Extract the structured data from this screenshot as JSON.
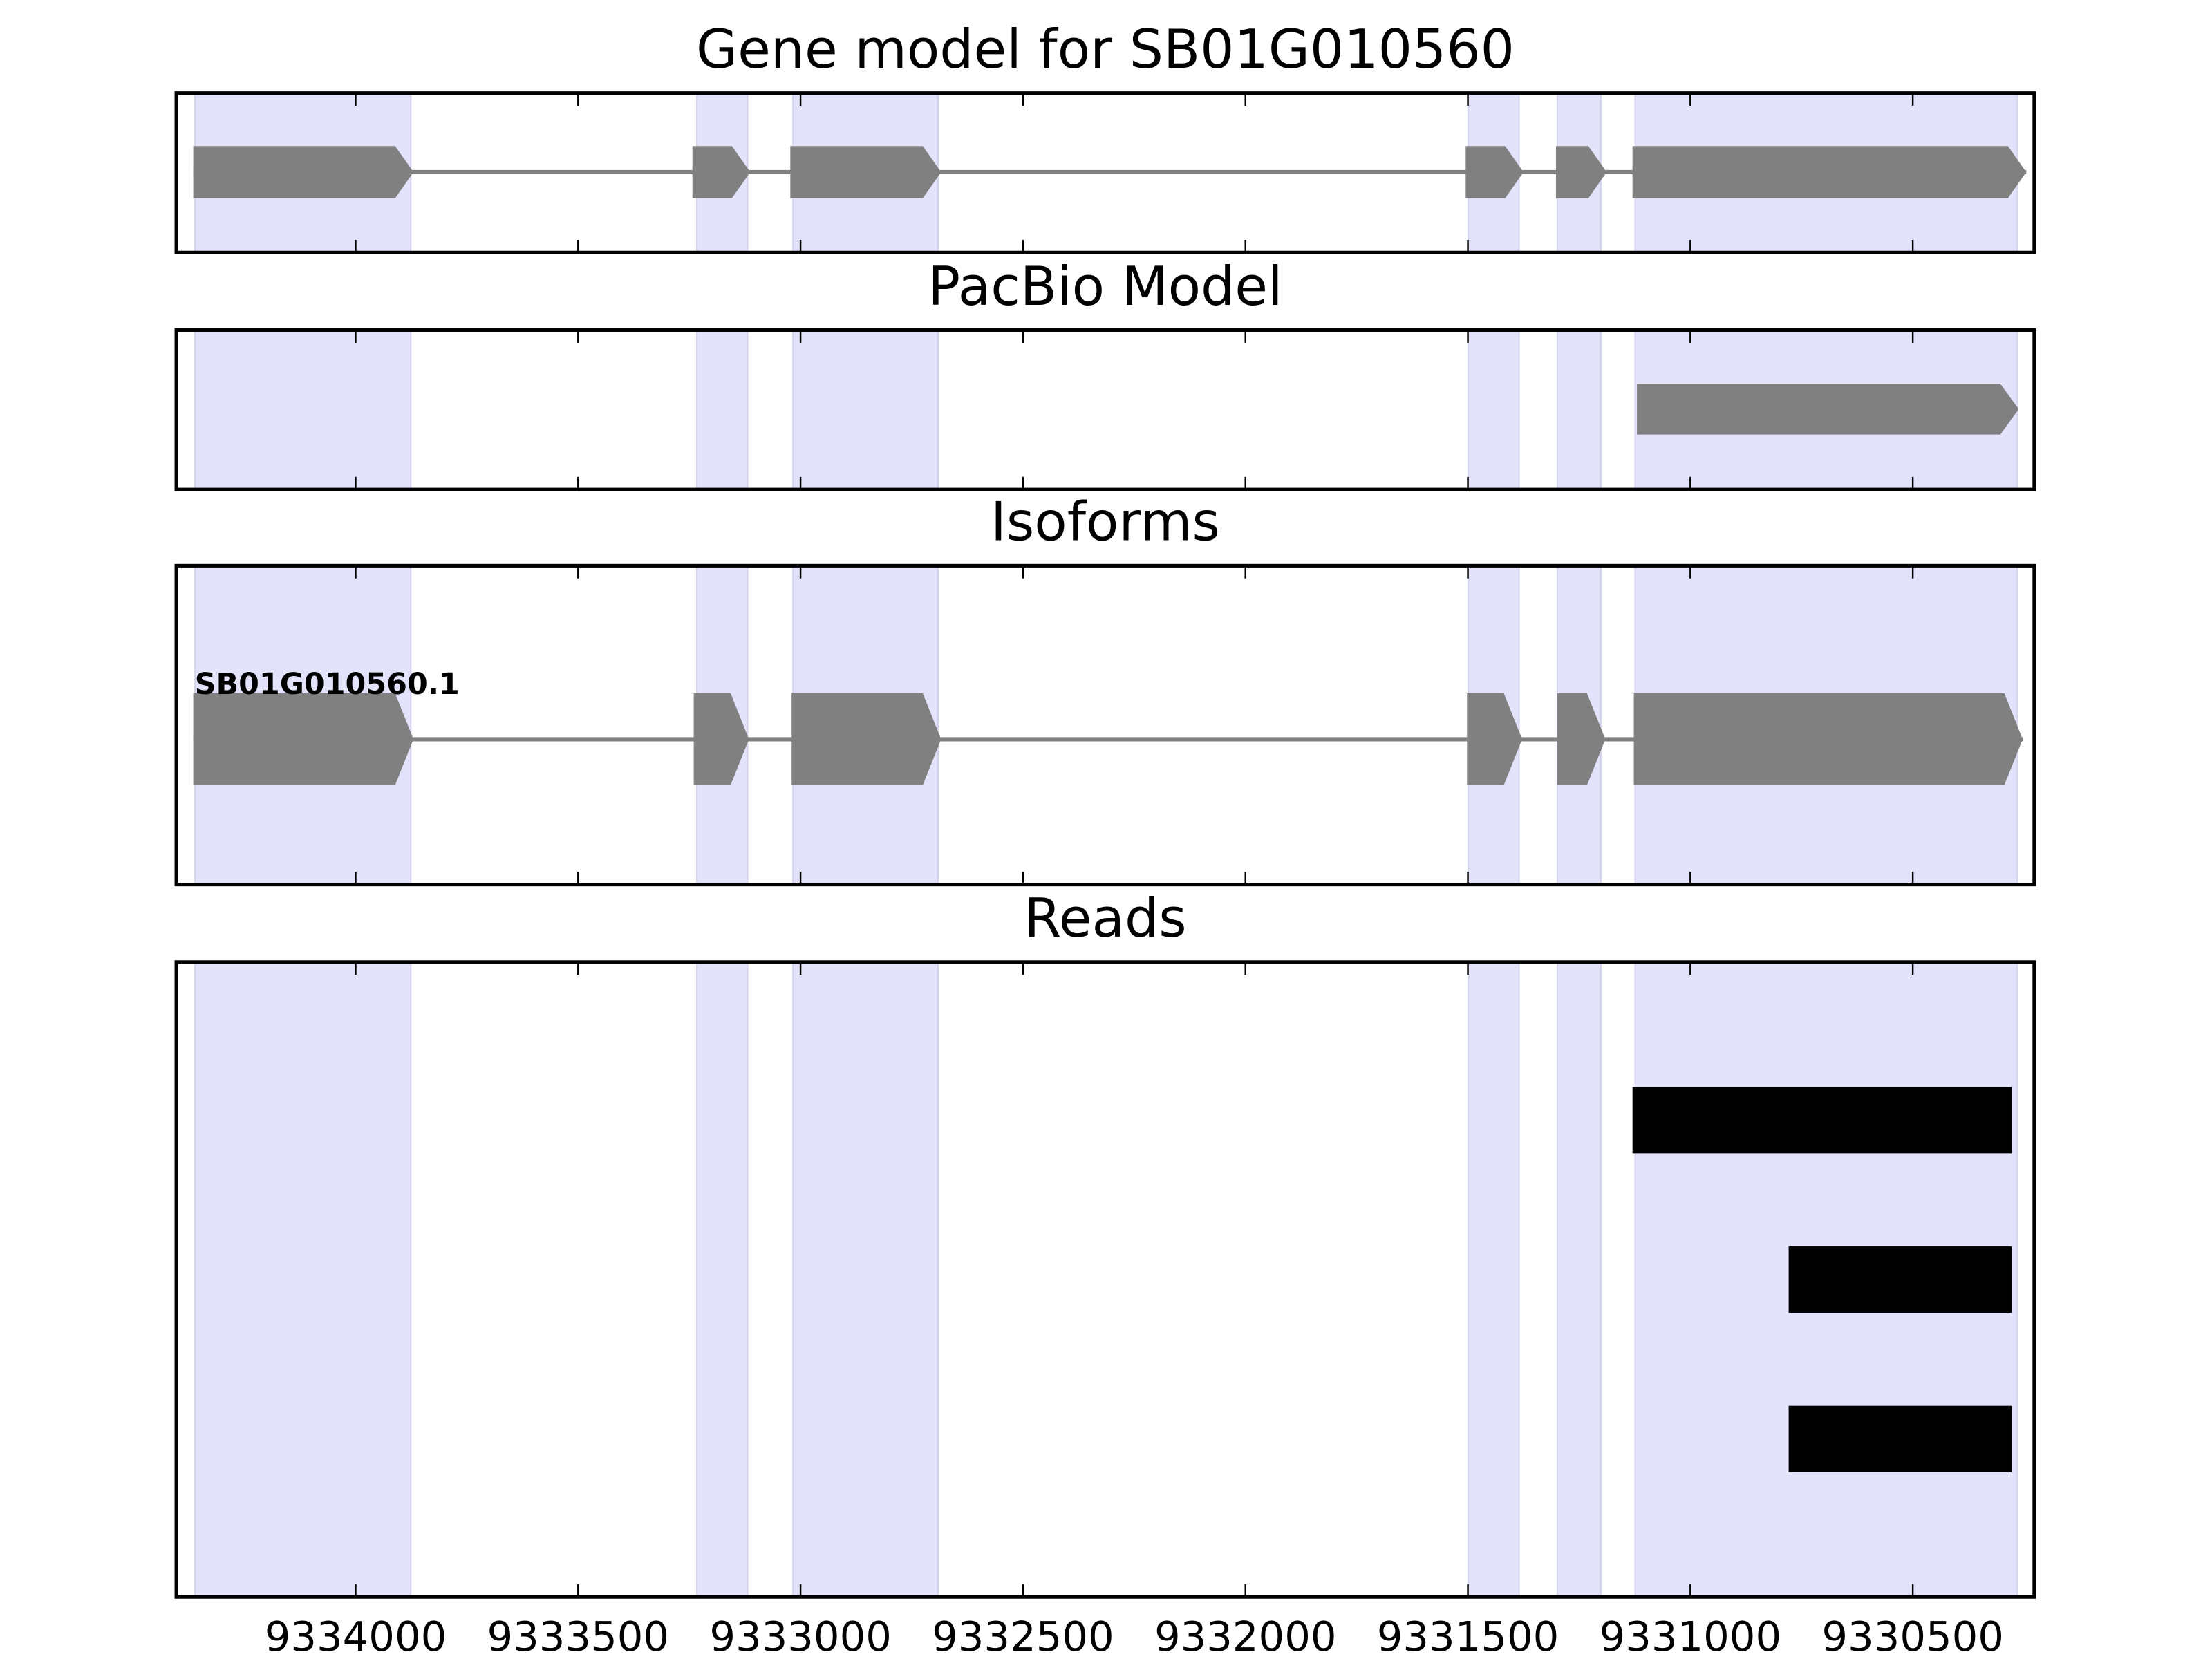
{
  "chart_data": {
    "type": "gene-track",
    "xlim": [
      9334403,
      9330227
    ],
    "x_ticks": [
      9334000,
      9333500,
      9333000,
      9332500,
      9332000,
      9331500,
      9331000,
      9330500
    ],
    "x_tick_labels": [
      "9334000",
      "9333500",
      "9333000",
      "9332500",
      "9332000",
      "9331500",
      "9331000",
      "9330500"
    ],
    "exon_regions": [
      [
        9334361,
        9333876
      ],
      [
        9333233,
        9333119
      ],
      [
        9333017,
        9332691
      ],
      [
        9331499,
        9331385
      ],
      [
        9331299,
        9331201
      ],
      [
        9331124,
        9330265
      ]
    ],
    "panels": [
      {
        "title": "Gene model for SB01G010560",
        "kind": "gene",
        "models": [
          {
            "label": "",
            "exons": [
              [
                9334365,
                9333870
              ],
              [
                9333243,
                9333113
              ],
              [
                9333023,
                9332684
              ],
              [
                9331505,
                9331375
              ],
              [
                9331302,
                9331188
              ],
              [
                9331130,
                9330245
              ]
            ]
          }
        ]
      },
      {
        "title": "PacBio Model",
        "kind": "gene",
        "models": [
          {
            "label": "",
            "exons": [
              [
                9331120,
                9330262
              ]
            ]
          }
        ]
      },
      {
        "title": "Isoforms",
        "kind": "gene",
        "models": [
          {
            "label": "SB01G010560.1",
            "exons": [
              [
                9334365,
                9333870
              ],
              [
                9333240,
                9333116
              ],
              [
                9333020,
                9332684
              ],
              [
                9331502,
                9331378
              ],
              [
                9331299,
                9331191
              ],
              [
                9331127,
                9330253
              ]
            ]
          }
        ]
      },
      {
        "title": "Reads",
        "kind": "reads",
        "reads": [
          [
            9331130,
            9330278
          ],
          [
            9330779,
            9330278
          ],
          [
            9330779,
            9330278
          ]
        ]
      }
    ],
    "colors": {
      "exon_shade": "#e3e3fb",
      "model": "#808080",
      "read": "#000000"
    }
  }
}
